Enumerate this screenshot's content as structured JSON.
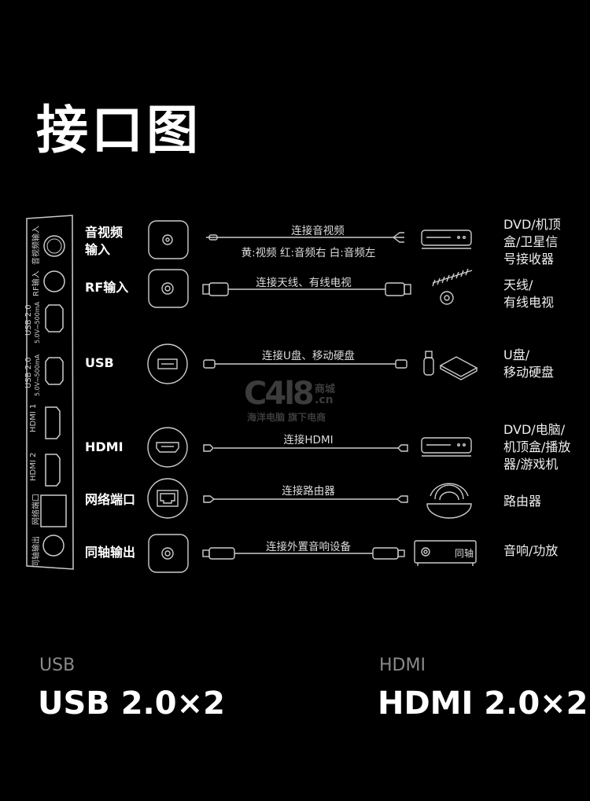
{
  "title": "接口图",
  "panel_labels": [
    "音视频输入",
    "RF输入",
    "USB 2.0",
    "5.0V⎓500mA",
    "USB 2.0",
    "5.0V⎓500mA",
    "HDMI 1",
    "HDMI 2",
    "网络端口",
    "同轴输出"
  ],
  "rows": [
    {
      "label1": "音视频",
      "label2": "输入",
      "cable": "连接音视频",
      "note": "黄:视频  红:音频右  白:音频左",
      "device": [
        "DVD/机顶",
        "盒/卫星信",
        "号接收器"
      ]
    },
    {
      "label1": "RF输入",
      "cable": "连接天线、有线电视",
      "device": [
        "天线/",
        "有线电视"
      ]
    },
    {
      "label1": "USB",
      "cable": "连接U盘、移动硬盘",
      "device": [
        "U盘/",
        "移动硬盘"
      ]
    },
    {
      "label1": "HDMI",
      "cable": "连接HDMI",
      "device": [
        "DVD/电脑/",
        "机顶盒/播放",
        "器/游戏机"
      ]
    },
    {
      "label1": "网络端口",
      "cable": "连接路由器",
      "device": [
        "路由器"
      ]
    },
    {
      "label1": "同轴输出",
      "cable": "连接外置音响设备",
      "device_badge": "同轴",
      "device": [
        "音响/功放"
      ]
    }
  ],
  "watermark": {
    "logo": "C4l8",
    "shop": "商城",
    "domain": ".cn",
    "sub": "海洋电脑 旗下电商"
  },
  "specs": [
    {
      "heading": "USB",
      "value": "USB 2.0×2"
    },
    {
      "heading": "HDMI",
      "value": "HDMI 2.0×2"
    }
  ]
}
